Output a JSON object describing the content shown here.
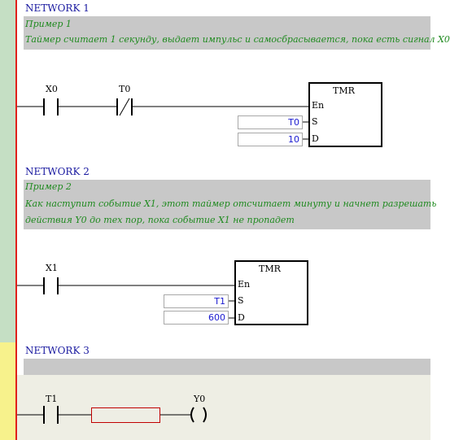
{
  "networks": [
    {
      "title": "NETWORK 1",
      "comment_lines": [
        "Пример 1",
        "Таймер считает 1 секунду, выдает импульс и самосбрасывается, пока есть сигнал X0"
      ],
      "contacts": [
        "X0",
        "T0"
      ],
      "block": {
        "name": "TMR",
        "pin_en": "En",
        "pin_s": "S",
        "pin_d": "D",
        "s_value": "T0",
        "d_value": "10"
      }
    },
    {
      "title": "NETWORK 2",
      "comment_lines": [
        "Пример 2",
        "Как наступит событие X1, этот таймер отсчитает минуту и начнет разрешать",
        "действия Y0 до тех пор, пока событие X1 не пропадет"
      ],
      "contacts": [
        "X1"
      ],
      "block": {
        "name": "TMR",
        "pin_en": "En",
        "pin_s": "S",
        "pin_d": "D",
        "s_value": "T1",
        "d_value": "600"
      }
    },
    {
      "title": "NETWORK 3",
      "contacts": [
        "T1"
      ],
      "coil": {
        "label": "Y0",
        "symbol": "( )"
      }
    }
  ],
  "colors": {
    "gutter_green": "#c5dfc4",
    "gutter_yellow": "#f7f28c",
    "power_rail": "#e0201a",
    "comment_text": "#1f8a1f",
    "network_title": "#1a1aa0",
    "param_text": "#1a1ad0"
  }
}
